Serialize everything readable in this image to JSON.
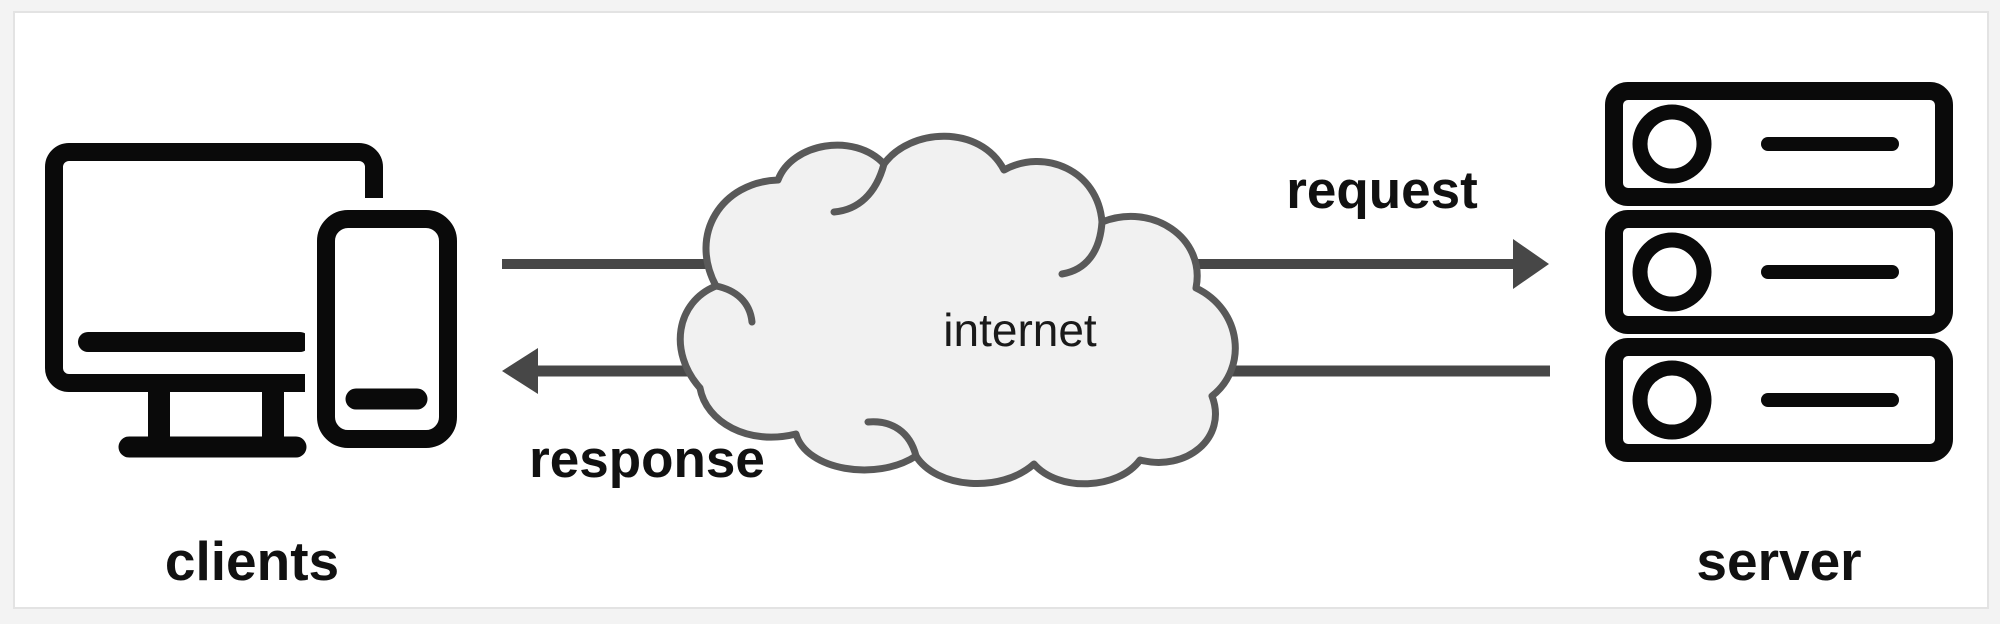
{
  "page": {
    "background": "#f3f3f3",
    "canvas_fill": "#ffffff",
    "canvas_border": "#e3e3e3"
  },
  "nodes": {
    "clients": {
      "label": "clients",
      "icons": [
        "desktop-monitor-icon",
        "smartphone-icon"
      ],
      "icon_color": "#0a0a0a"
    },
    "internet": {
      "label": "internet",
      "shape": "cloud",
      "fill": "#f1f1f1",
      "stroke": "#595959"
    },
    "server": {
      "label": "server",
      "icon": "server-rack-icon",
      "rack_units": 3,
      "icon_color": "#0a0a0a"
    }
  },
  "edges": {
    "request": {
      "label": "request",
      "from": "clients",
      "to": "server",
      "direction": "right",
      "color": "#474747"
    },
    "response": {
      "label": "response",
      "from": "server",
      "to": "clients",
      "direction": "left",
      "color": "#474747"
    }
  },
  "colors": {
    "icon": "#0a0a0a",
    "label_text": "#111111",
    "arrow": "#474747",
    "cloud_fill": "#f1f1f1",
    "cloud_stroke": "#595959"
  }
}
